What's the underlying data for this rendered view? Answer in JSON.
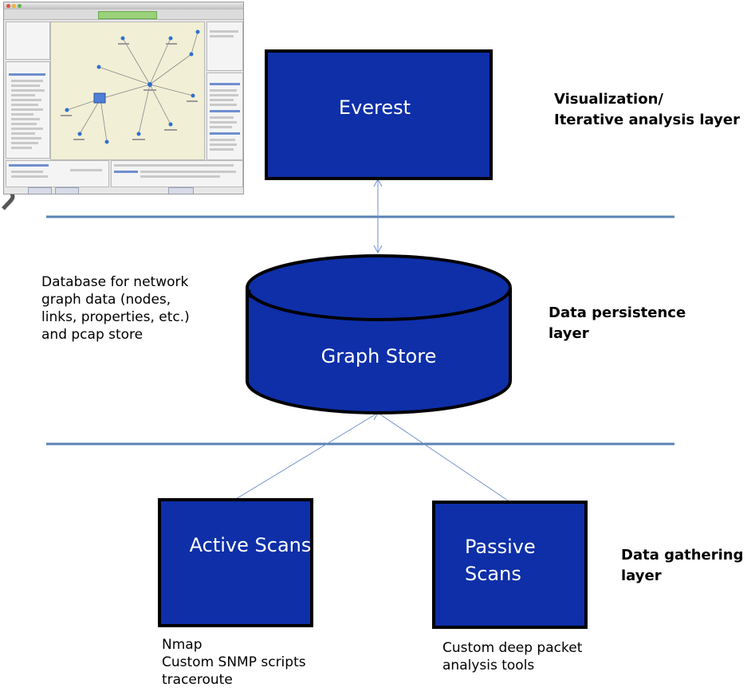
{
  "boxes": {
    "everest": "Everest",
    "graph_store": "Graph Store",
    "active_scans": "Active Scans",
    "passive_scans_line1": "Passive",
    "passive_scans_line2": "Scans"
  },
  "layers": {
    "visualization_line1": "Visualization/",
    "visualization_line2": "Iterative analysis layer",
    "persistence_line1": "Data persistence",
    "persistence_line2": "layer",
    "gathering_line1": "Data gathering",
    "gathering_line2": "layer"
  },
  "notes": {
    "database_line1": "Database for network",
    "database_line2": "graph data (nodes,",
    "database_line3": "links, properties, etc.)",
    "database_line4": "and pcap store",
    "active_line1": "Nmap",
    "active_line2": "Custom SNMP scripts",
    "active_line3": "traceroute",
    "passive_line1": "Custom deep packet",
    "passive_line2": "analysis tools"
  },
  "colors": {
    "box_fill": "#0e2fa8",
    "box_stroke": "#000000",
    "separator": "#5b82b4",
    "connector": "#6f8fce"
  }
}
